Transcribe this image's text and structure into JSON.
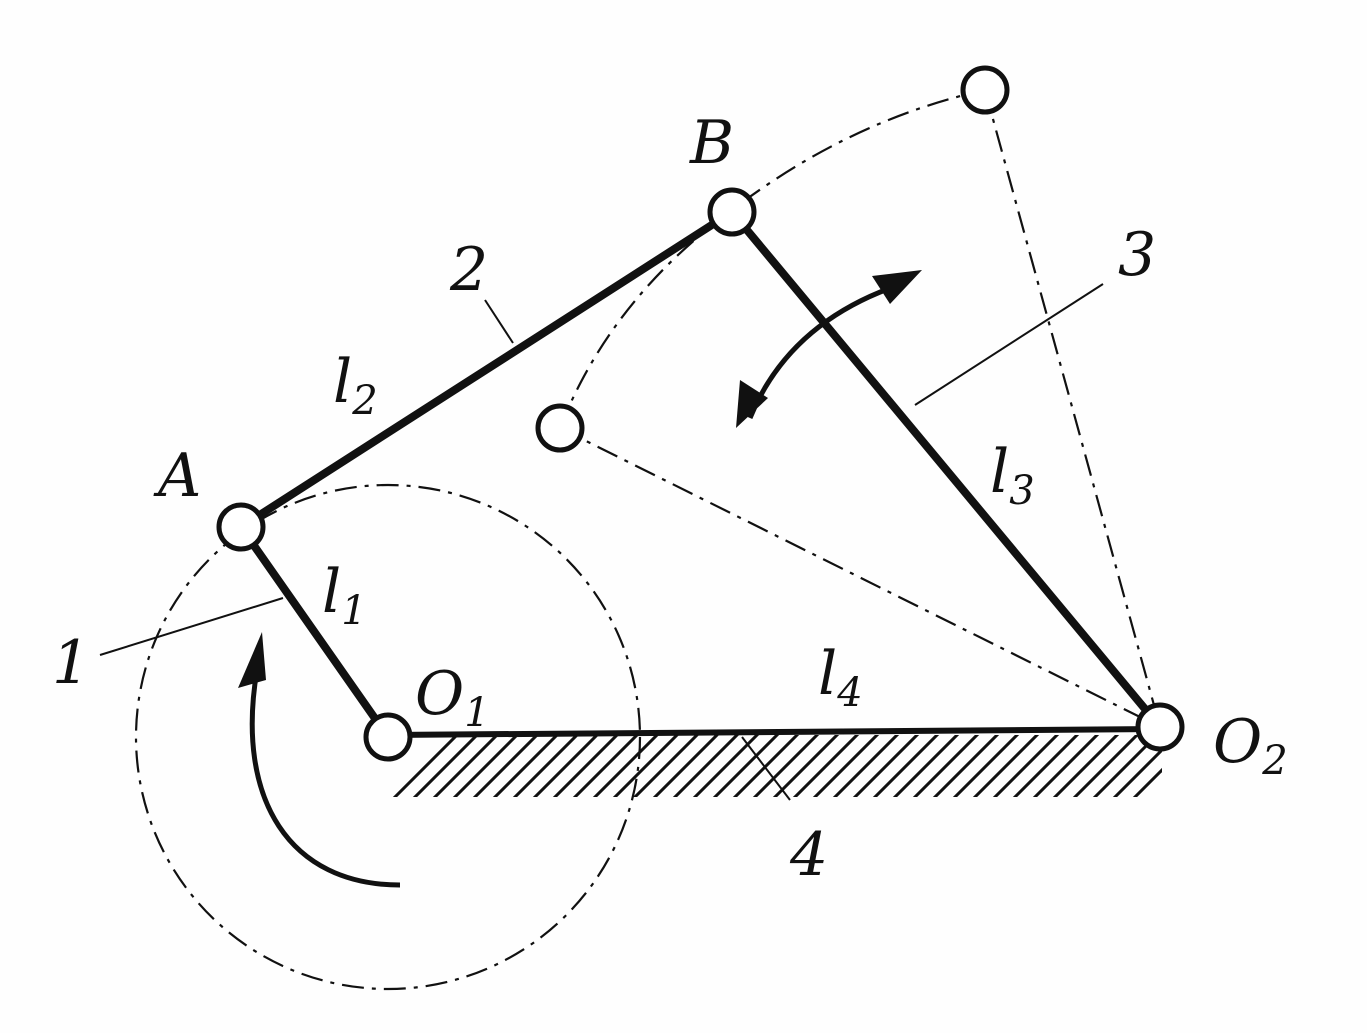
{
  "labels": {
    "point_a": "A",
    "point_b": "B",
    "pivot_o1": "O",
    "pivot_o1_sub": "1",
    "pivot_o2": "O",
    "pivot_o2_sub": "2",
    "length_l1": "l",
    "length_l1_sub": "1",
    "length_l2": "l",
    "length_l2_sub": "2",
    "length_l3": "l",
    "length_l3_sub": "3",
    "length_l4": "l",
    "length_l4_sub": "4",
    "part_1": "1",
    "part_2": "2",
    "part_3": "3",
    "part_4": "4"
  },
  "colors": {
    "ink": "#111111",
    "background": "#fefefe"
  }
}
